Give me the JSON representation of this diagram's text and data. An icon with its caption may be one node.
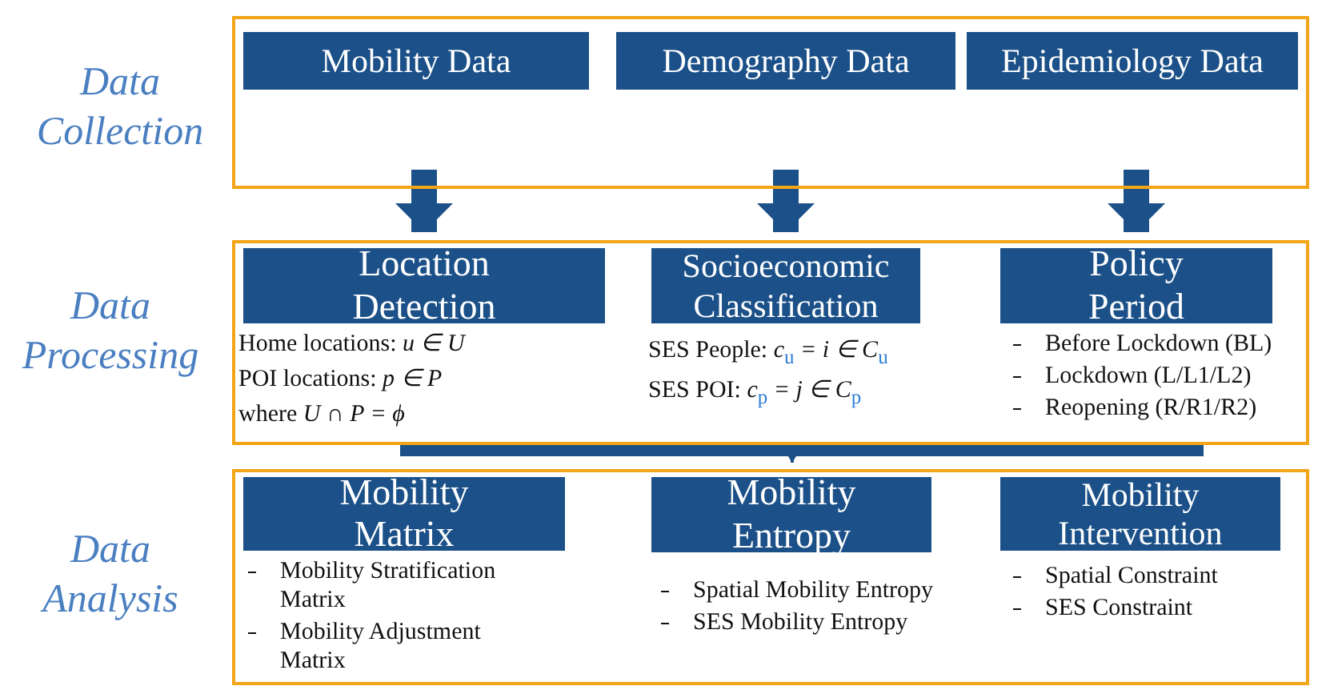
{
  "diagram": {
    "nodes": [
      {
        "text": [
          "Data Collection"
        ]
      },
      {
        "text": [
          "Mobility Data"
        ],
        "in": 0
      },
      {
        "text": [
          "Demography Data"
        ],
        "in": 0
      },
      {
        "text": [
          "Epidemiology Data"
        ],
        "in": 0
      },
      {
        "text": [
          "Data Processing"
        ]
      },
      {
        "text": [
          "Location Detection"
        ],
        "in": 4,
        "beside": [
          "Home locations: *u ∈ U*",
          "POI locations: *p ∈ P*",
          "where *U ∩ P = ϕ*"
        ]
      },
      {
        "text": [
          "Socioeconomic Classification"
        ],
        "in": 4,
        "beside": [
          "SES People: *c*$_{u}$ *= i ∈ C*$_{u}$",
          "SES POI: *c*$_{p}$ *= j ∈ C*$_{p}$"
        ]
      },
      {
        "text": [
          "Policy Period"
        ],
        "in": 4,
        "beside": [
          "Before Lockdown (BL)",
          "Lockdown (L/L1/L2)",
          "Reopening (R/R1/R2)"
        ]
      },
      {
        "text": [
          "Data Analysis"
        ]
      },
      {
        "text": [
          "Mobility Matrix"
        ],
        "in": 8,
        "beside": [
          "Mobility Stratification Matrix",
          "Mobility Adjustment Matrix"
        ]
      },
      {
        "text": [
          "Mobility Entropy"
        ],
        "in": 8,
        "beside": [
          "Spatial Mobility Entropy",
          "SES Mobility Entropy"
        ]
      },
      {
        "text": [
          "Mobility Intervention"
        ],
        "in": 8,
        "beside": [
          "Spatial Constraint",
          "SES Constraint"
        ]
      }
    ],
    "edges": [
      {
        "from": 0,
        "to": 5,
        "arrow": "to"
      },
      {
        "from": 0,
        "to": 6,
        "arrow": "to"
      },
      {
        "from": 0,
        "to": 7,
        "arrow": "to"
      },
      {
        "from": 4,
        "to": 8,
        "arrow": "to"
      }
    ]
  }
}
